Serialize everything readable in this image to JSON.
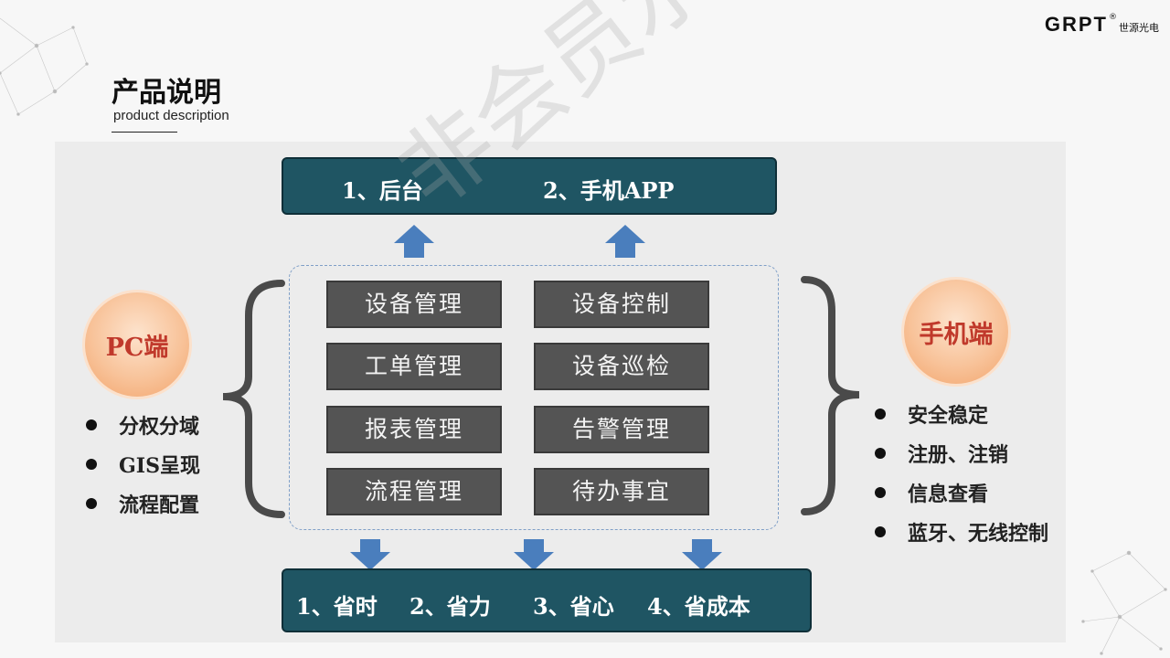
{
  "logo": {
    "brand": "GRPT",
    "registered": "®",
    "name_cn": "世源光电"
  },
  "header": {
    "title": "产品说明",
    "subtitle": "product description"
  },
  "top_bar": {
    "item1": "1、后台",
    "item2": "2、手机APP"
  },
  "modules": [
    "设备管理",
    "设备控制",
    "工单管理",
    "设备巡检",
    "报表管理",
    "告警管理",
    "流程管理",
    "待办事宜"
  ],
  "pc": {
    "label": "PC端",
    "features": [
      "分权分域",
      "GIS呈现",
      "流程配置"
    ]
  },
  "mobile": {
    "label": "手机端",
    "features": [
      "安全稳定",
      "注册、注销",
      "信息查看",
      "蓝牙、无线控制"
    ]
  },
  "bottom_bar": {
    "item1": "1、省时",
    "item2": "2、省力",
    "item3": "3、省心",
    "item4": "4、省成本"
  },
  "watermark": "非会员水印",
  "colors": {
    "bar": "#1f5563",
    "module": "#545454",
    "arrow": "#4a7ebd",
    "circle": "#f8c39a",
    "circle_text": "#c0392b"
  }
}
